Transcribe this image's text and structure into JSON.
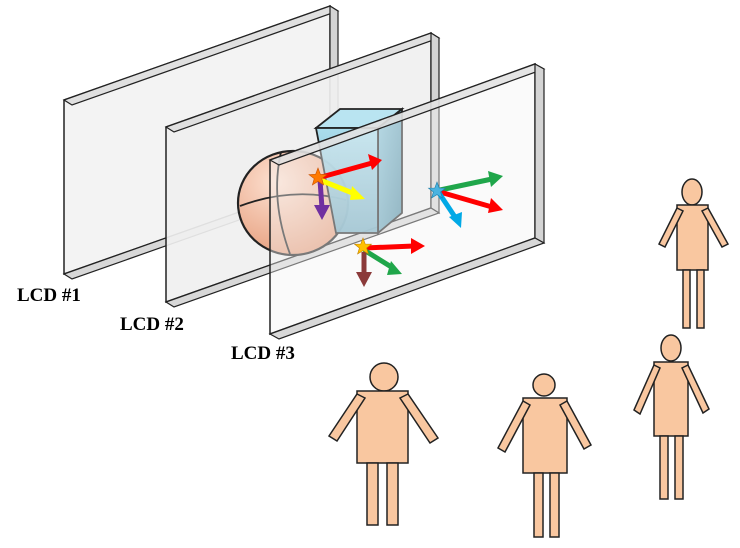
{
  "labels": {
    "lcd1": "LCD #1",
    "lcd2": "LCD #2",
    "lcd3": "LCD #3"
  },
  "colors": {
    "panel_fill": "#f2f2f2",
    "panel_edge": "#222222",
    "sphere": "#f0b79a",
    "cube": "#8ccbe0",
    "person": "#f9c7a0",
    "arrow_red": "#ff0000",
    "arrow_green": "#1fa64a",
    "arrow_yellow": "#ffff00",
    "arrow_purple": "#7030a0",
    "arrow_blue": "#00a9e6",
    "arrow_brown": "#8b3a3a",
    "star_orange": "#ff7a00",
    "star_yellow": "#ffc000"
  }
}
